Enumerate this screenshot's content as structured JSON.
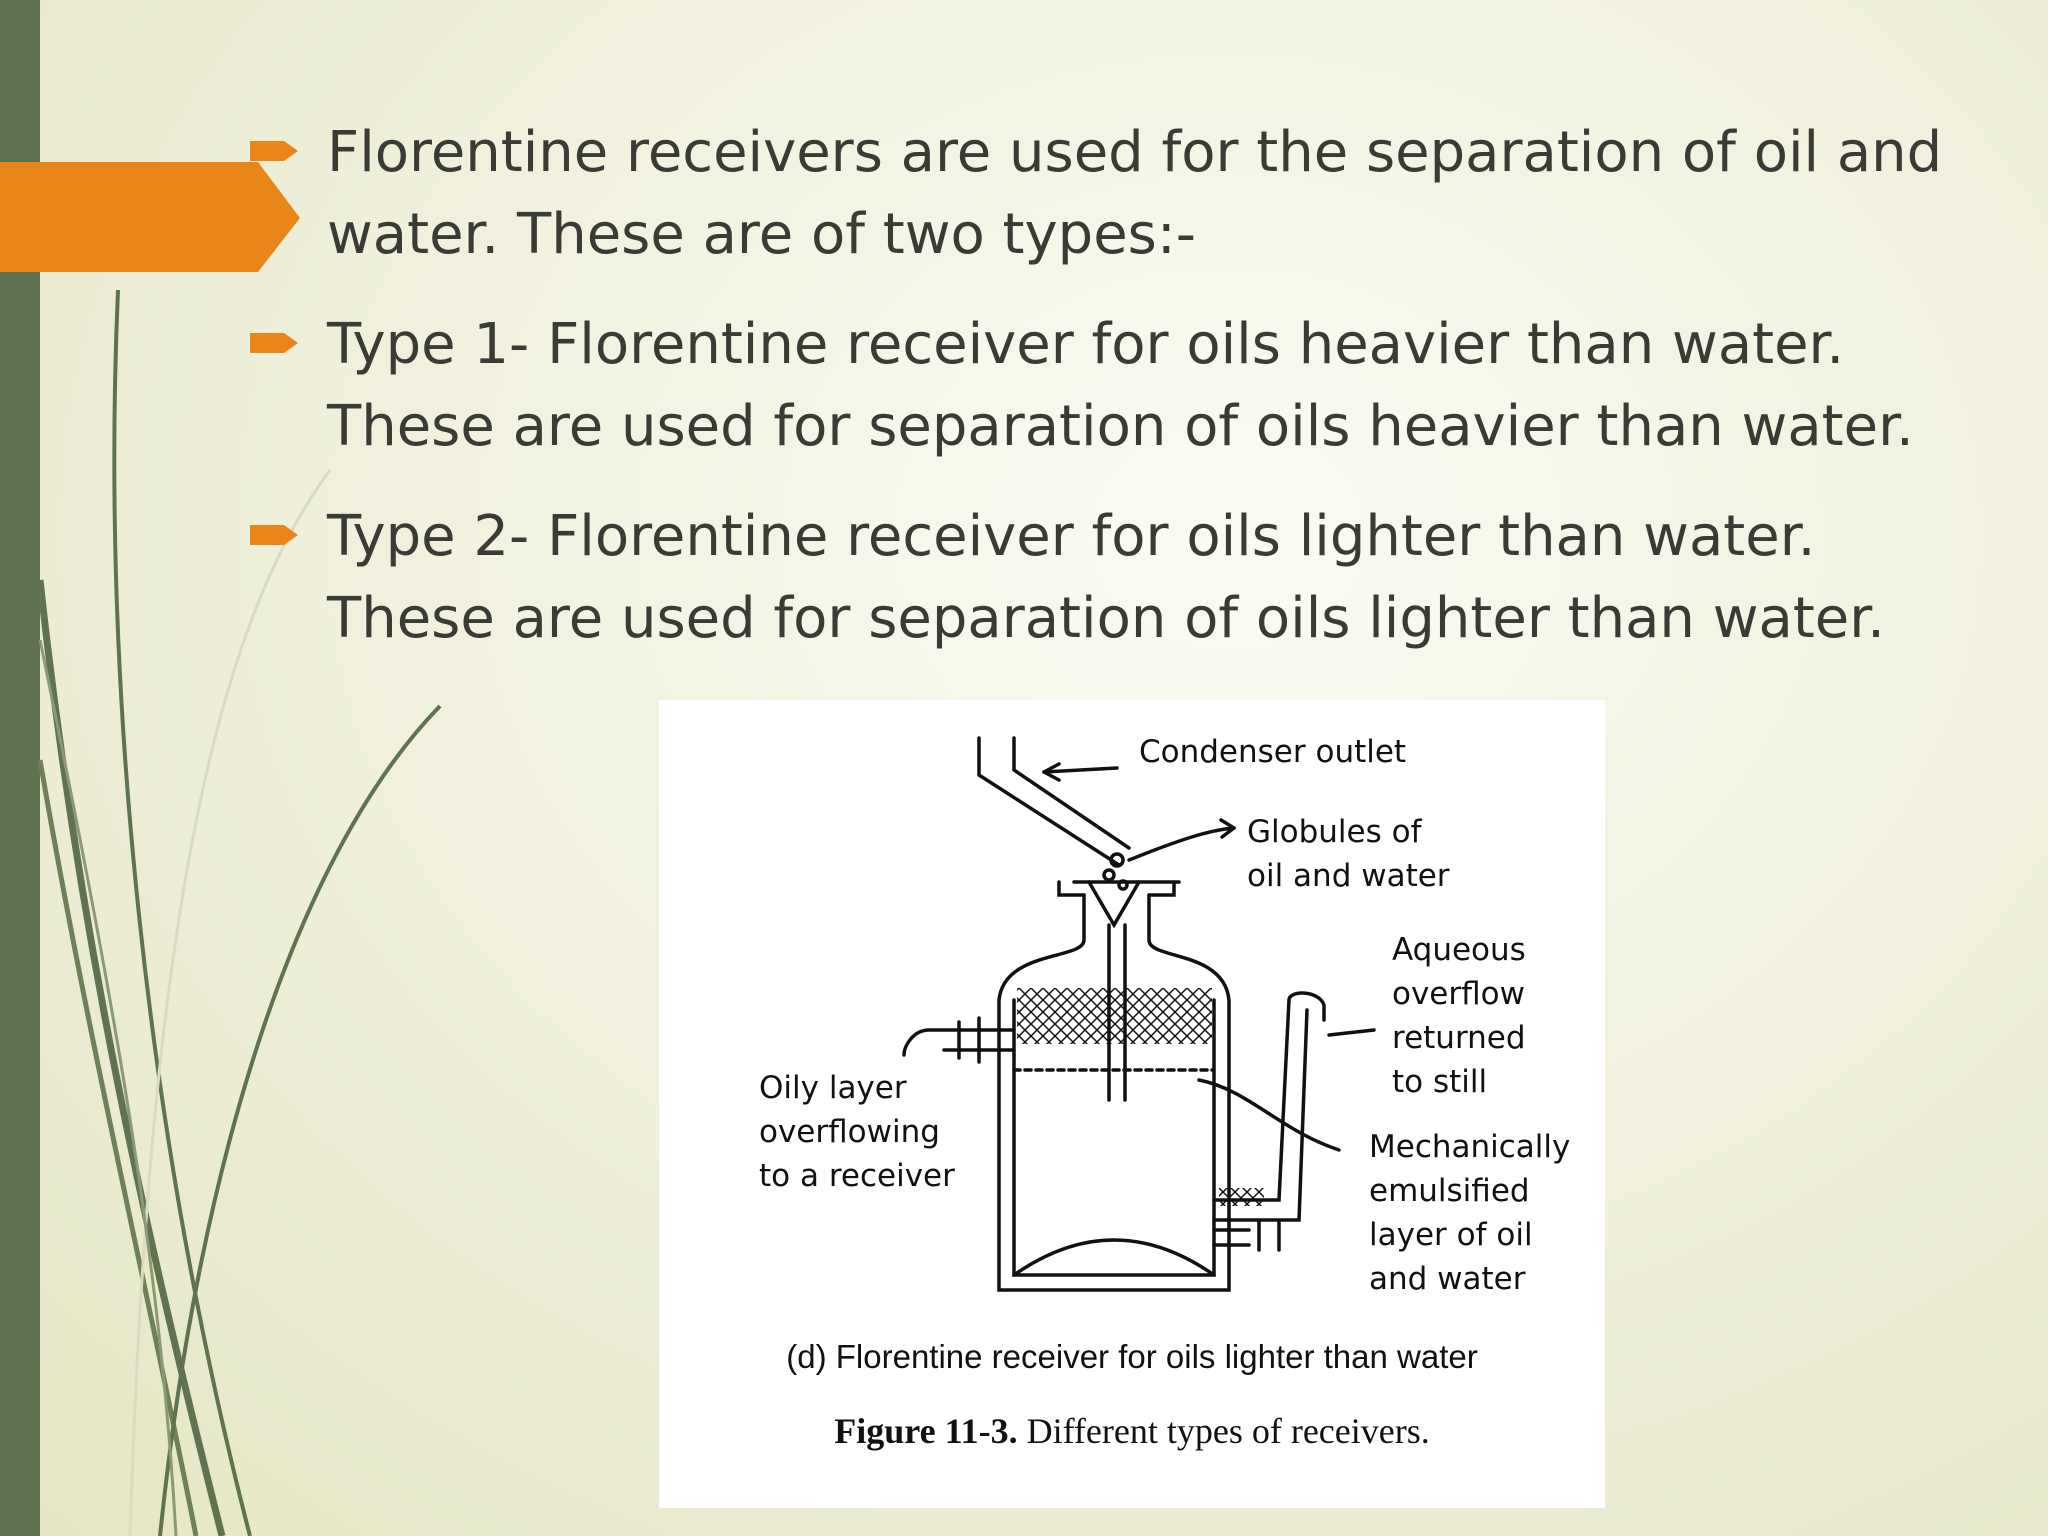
{
  "bullets": [
    {
      "text": "Florentine receivers are used for the separation of oil and water. These are of two types:-"
    },
    {
      "text": "Type 1- Florentine receiver for oils heavier than water. These are used for separation of oils heavier than water."
    },
    {
      "text": "Type 2- Florentine receiver for oils lighter than water. These are used for separation of oils lighter than water."
    }
  ],
  "figure": {
    "labels": {
      "condenser": "Condenser outlet",
      "globules_1": "Globules of",
      "globules_2": "oil and water",
      "aqueous_1": "Aqueous",
      "aqueous_2": "overflow",
      "aqueous_3": "returned",
      "aqueous_4": "to still",
      "oily_1": "Oily layer",
      "oily_2": "overflowing",
      "oily_3": "to a receiver",
      "mech_1": "Mechanically",
      "mech_2": "emulsified",
      "mech_3": "layer of oil",
      "mech_4": "and water"
    },
    "subcaption": "(d) Florentine receiver for oils lighter than water",
    "caption_label": "Figure 11-3.",
    "caption_text": "Different types of receivers."
  },
  "colors": {
    "sidebar": "#5f7350",
    "accent": "#e8861a",
    "text": "#3b3b36"
  }
}
